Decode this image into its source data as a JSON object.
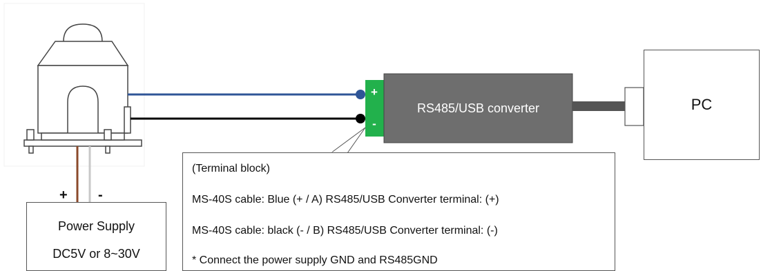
{
  "diagram": {
    "pc_label": "PC",
    "converter_label": "RS485/USB converter",
    "terminal_plus": "+",
    "terminal_minus": "-",
    "note": {
      "title": "(Terminal block)",
      "lines": [
        "MS-40S cable: Blue (+ / A) RS485/USB Converter terminal: (+)",
        "MS-40S cable: black (- / B) RS485/USB Converter terminal: (-)",
        "* Connect the power supply GND and RS485GND"
      ]
    },
    "power_supply": {
      "line1": "Power Supply",
      "line2": "DC5V or 8~30V",
      "plus": "+",
      "minus": "-"
    },
    "colors": {
      "blue_wire": "#2f5597",
      "black_wire": "#000000",
      "brown_wire": "#8b4a2b",
      "gray_wire": "#c8c8c8",
      "converter": "#6e6e6e",
      "terminal": "#22b14c",
      "usb_cable": "#555555"
    }
  }
}
